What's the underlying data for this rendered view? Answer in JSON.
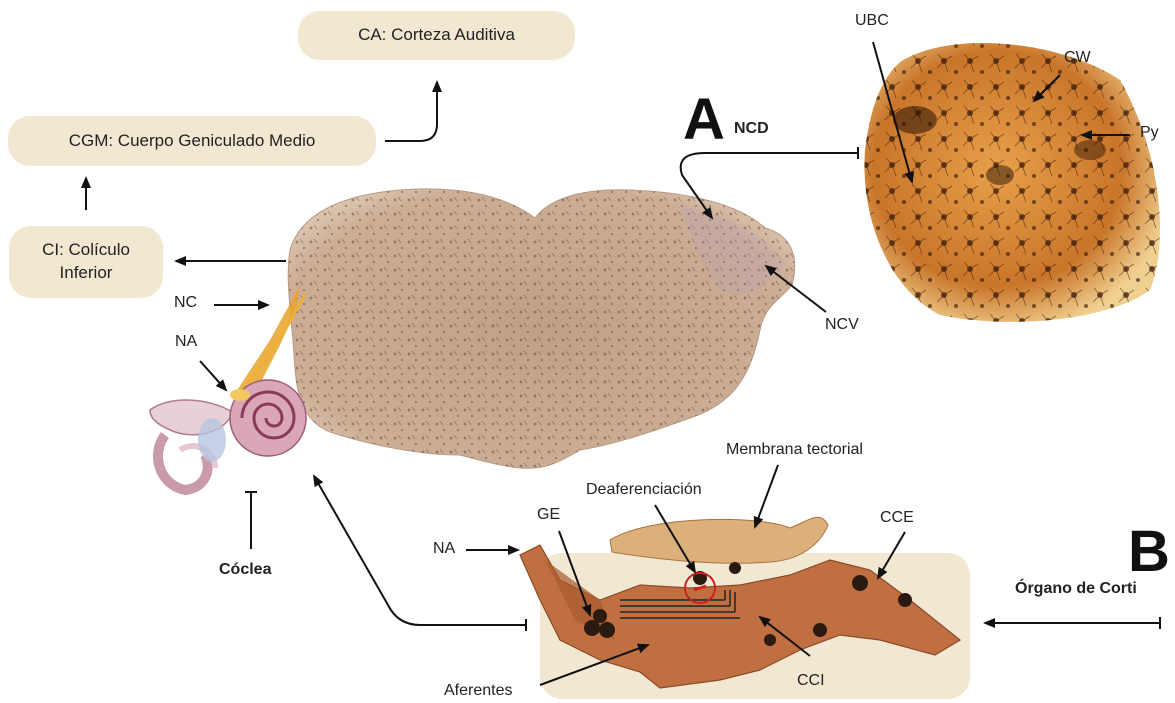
{
  "boxes": {
    "ca": "CA: Corteza Auditiva",
    "cgm": "CGM: Cuerpo Geniculado Medio",
    "ci_line1": "CI: Colículo",
    "ci_line2": "Inferior"
  },
  "labels": {
    "nc": "NC",
    "na_top": "NA",
    "coclea": "Cóclea",
    "panel_a": "A",
    "ncd": "NCD",
    "ncv": "NCV",
    "ubc": "UBC",
    "cw": "CW",
    "py": "Py",
    "membrana": "Membrana tectorial",
    "deaferenciacion": "Deaferenciación",
    "ge": "GE",
    "na_bottom": "NA",
    "cce": "CCE",
    "panel_b": "B",
    "organo": "Órgano de Corti",
    "aferentes": "Aferentes",
    "cci": "CCI"
  },
  "colors": {
    "box_fill": "#f2e8d2",
    "stain": "#c9a98a",
    "micro": "#d88a2e",
    "tissue": "#b86a3a"
  }
}
